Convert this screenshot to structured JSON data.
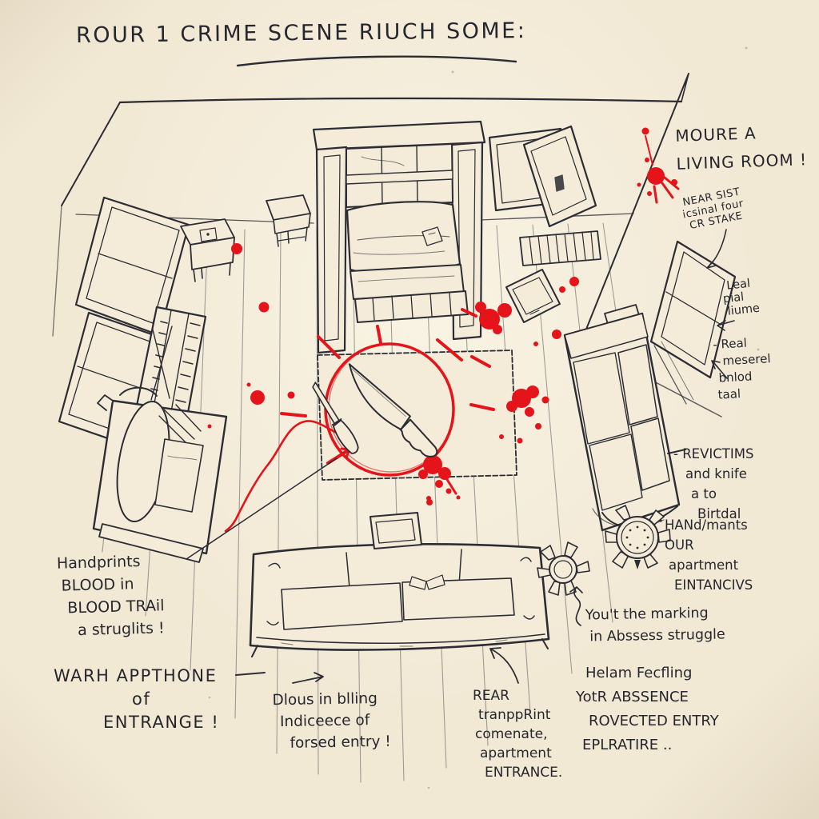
{
  "title": "ROUR 1 CRIME SCENE RIUCH SOME:",
  "labels": {
    "living_room": [
      "MOURE A",
      "LIVING ROOM !"
    ],
    "near_sist": [
      "NEAR SIST",
      "icsinal four",
      "CR STAKE"
    ],
    "leal": [
      "Leal",
      "pial",
      "liume"
    ],
    "real_meserel": [
      "- Real",
      "meserel",
      "bnlod",
      "taal"
    ],
    "revictims": [
      "- REVICTIMS",
      "and knife",
      "a to",
      "Birtdal"
    ],
    "handmants": [
      "HANd/mants",
      "OUR",
      "apartment",
      "EINTANCIVS"
    ],
    "marking": [
      "You't the marking",
      "in Abssess struggle"
    ],
    "absence": [
      "Helam Fecfling",
      "YotR ABSSENCE",
      "ROVECTED ENTRY",
      "EPLRATIRE .."
    ],
    "handprints": [
      "Handprints",
      "BLOOD in",
      "BLOOD TRAil",
      "a struglits !"
    ],
    "entrance": [
      "WARH APPTHONE",
      "of",
      "ENTRANGE !"
    ],
    "forced_entry": [
      "Dlous in blling",
      "Indiceece of",
      "forsed entry !"
    ],
    "rear": [
      "REAR",
      "tranppRint",
      "comenate,",
      "apartment",
      "ENTRANCE."
    ]
  },
  "icons": {
    "chef_knife": "chef-knife-icon",
    "paring_knife": "paring-knife-icon",
    "evidence_circle": "evidence-circle",
    "blood": "blood-splatter"
  },
  "colors": {
    "ink": "#2c2c34",
    "blood": "#e5141b",
    "paper": "#f4ecd8"
  }
}
